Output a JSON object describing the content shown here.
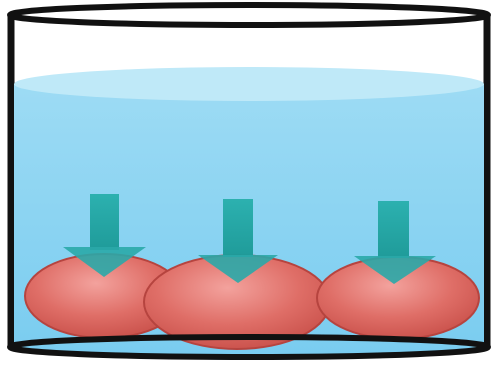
{
  "diagram": {
    "objects": [
      {
        "id": "container",
        "kind": "cylindrical-beaker"
      },
      {
        "id": "water",
        "kind": "liquid",
        "color": "#8ed6f1"
      },
      {
        "id": "left-egg",
        "kind": "egg",
        "color": "#d9655e"
      },
      {
        "id": "middle-egg",
        "kind": "egg",
        "color": "#d9655e"
      },
      {
        "id": "right-egg",
        "kind": "egg",
        "color": "#d9655e"
      }
    ],
    "arrows": [
      {
        "target": "left-egg",
        "direction": "down",
        "color": "#2aa9a8"
      },
      {
        "target": "middle-egg",
        "direction": "down",
        "color": "#2aa9a8"
      },
      {
        "target": "right-egg",
        "direction": "down",
        "color": "#2aa9a8"
      }
    ],
    "colors": {
      "outline": "#111111",
      "water_surface": "#bfe9f8",
      "water_body": "#8ed6f1",
      "egg_fill": "#d9655e",
      "egg_highlight": "#ef9a95",
      "arrow": "#2aa9a8"
    }
  }
}
